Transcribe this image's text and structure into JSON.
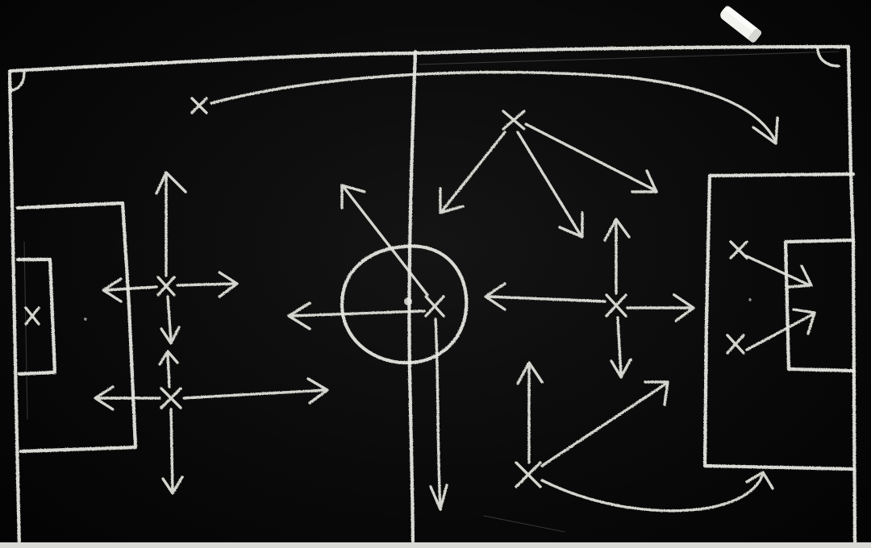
{
  "board": {
    "background": "#050505",
    "chalk_color": "#e9e9e4"
  },
  "pitch": {
    "features": [
      "outer-boundary",
      "halfway-line",
      "center-circle",
      "left-penalty-box",
      "left-goal-box",
      "right-penalty-box",
      "right-goal-box",
      "corner-arcs"
    ]
  },
  "players": [
    {
      "name": "left-goalkeeper"
    },
    {
      "name": "left-top-winger"
    },
    {
      "name": "left-defender-upper"
    },
    {
      "name": "left-defender-lower"
    },
    {
      "name": "center-player"
    },
    {
      "name": "right-top-midfielder"
    },
    {
      "name": "right-center-midfielder"
    },
    {
      "name": "right-bottom-midfielder"
    },
    {
      "name": "right-box-player-upper"
    },
    {
      "name": "right-box-player-lower"
    }
  ],
  "props": {
    "chalk_stick": "chalk-piece-top-right"
  }
}
